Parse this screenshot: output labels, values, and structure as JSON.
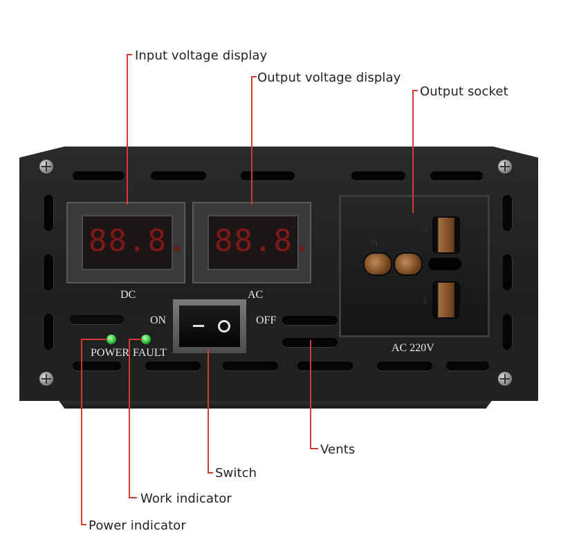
{
  "callouts": {
    "input_voltage_display": "Input voltage display",
    "output_voltage_display": "Output voltage display",
    "output_socket": "Output socket",
    "vents": "Vents",
    "switch": "Switch",
    "work_indicator": "Work indicator",
    "power_indicator": "Power indicator"
  },
  "panel": {
    "dc_label": "DC",
    "ac_label": "AC",
    "dc_display": "88.8.",
    "ac_display": "88.8.",
    "on_label": "ON",
    "off_label": "OFF",
    "power_label": "POWER",
    "fault_label": "FAULT",
    "output_label": "AC 220V",
    "socket_mark_1": "1",
    "socket_mark_2": "2",
    "socket_mark_n": "N"
  },
  "colors": {
    "callout_line": "#d23b2f",
    "panel": "#222222",
    "led": "#2fc03a",
    "display_digits": "#7a1a1a"
  }
}
